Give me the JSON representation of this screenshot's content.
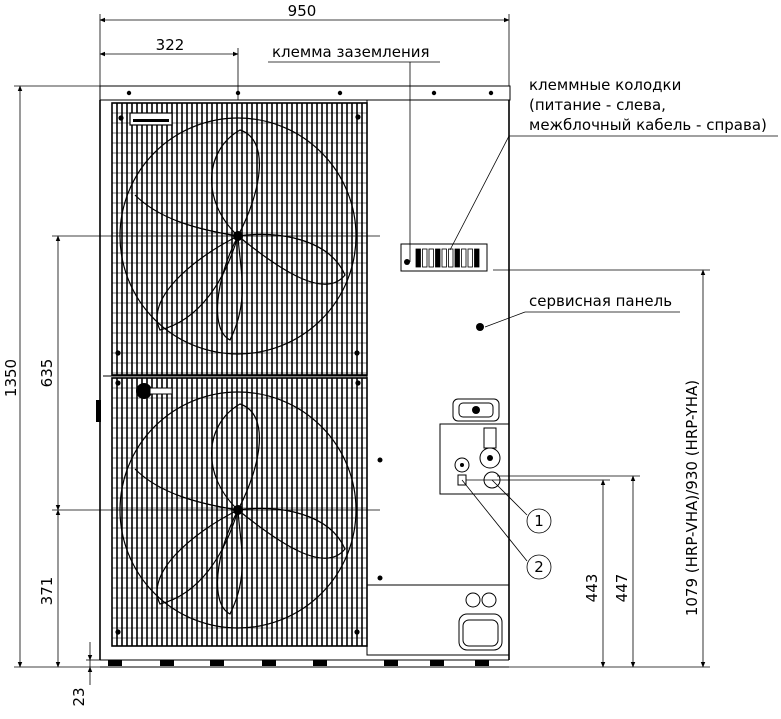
{
  "dimensions": {
    "width_total": "950",
    "width_offset": "322",
    "height_total": "1350",
    "fan_spacing": "635",
    "lower_fan": "371",
    "feet": "23",
    "valve_443": "443",
    "valve_447": "447",
    "panel_height": "1079 (HRP-VHA)/930 (HRP-YHA)"
  },
  "labels": {
    "ground_terminal": "клемма заземления",
    "terminal_blocks_1": "клеммные колодки",
    "terminal_blocks_2": "(питание - слева,",
    "terminal_blocks_3": "межблочный кабель - справа)",
    "service_panel": "сервисная панель"
  },
  "callouts": {
    "one": "1",
    "two": "2"
  }
}
